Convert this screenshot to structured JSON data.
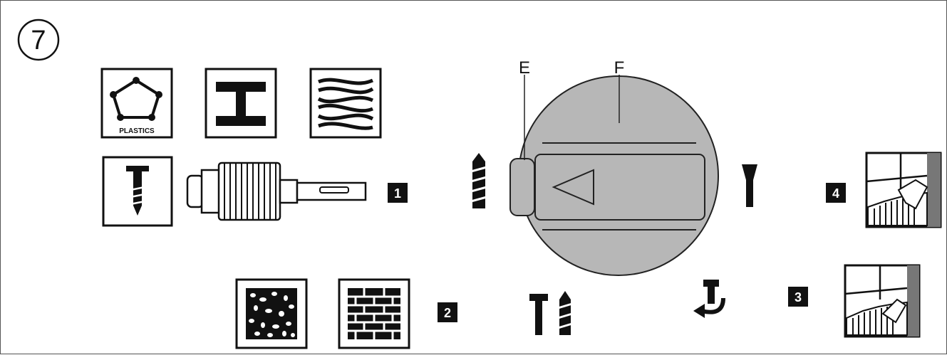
{
  "figure": {
    "number": "7",
    "labels": {
      "e": "E",
      "f": "F"
    },
    "plastics_text": "PLASTICS",
    "modes": [
      {
        "id": "1",
        "text": "1"
      },
      {
        "id": "2",
        "text": "2"
      },
      {
        "id": "3",
        "text": "3"
      },
      {
        "id": "4",
        "text": "4"
      }
    ],
    "icons": [
      "plastics-material-icon",
      "steel-beam-icon",
      "wood-grain-icon",
      "screw-icon",
      "drill-chuck-icon",
      "concrete-icon",
      "brick-wall-icon",
      "drill-bit-icon",
      "hammer-drill-icon",
      "chisel-icon",
      "chisel-rotation-icon",
      "chiseling-tiles-icon"
    ]
  }
}
